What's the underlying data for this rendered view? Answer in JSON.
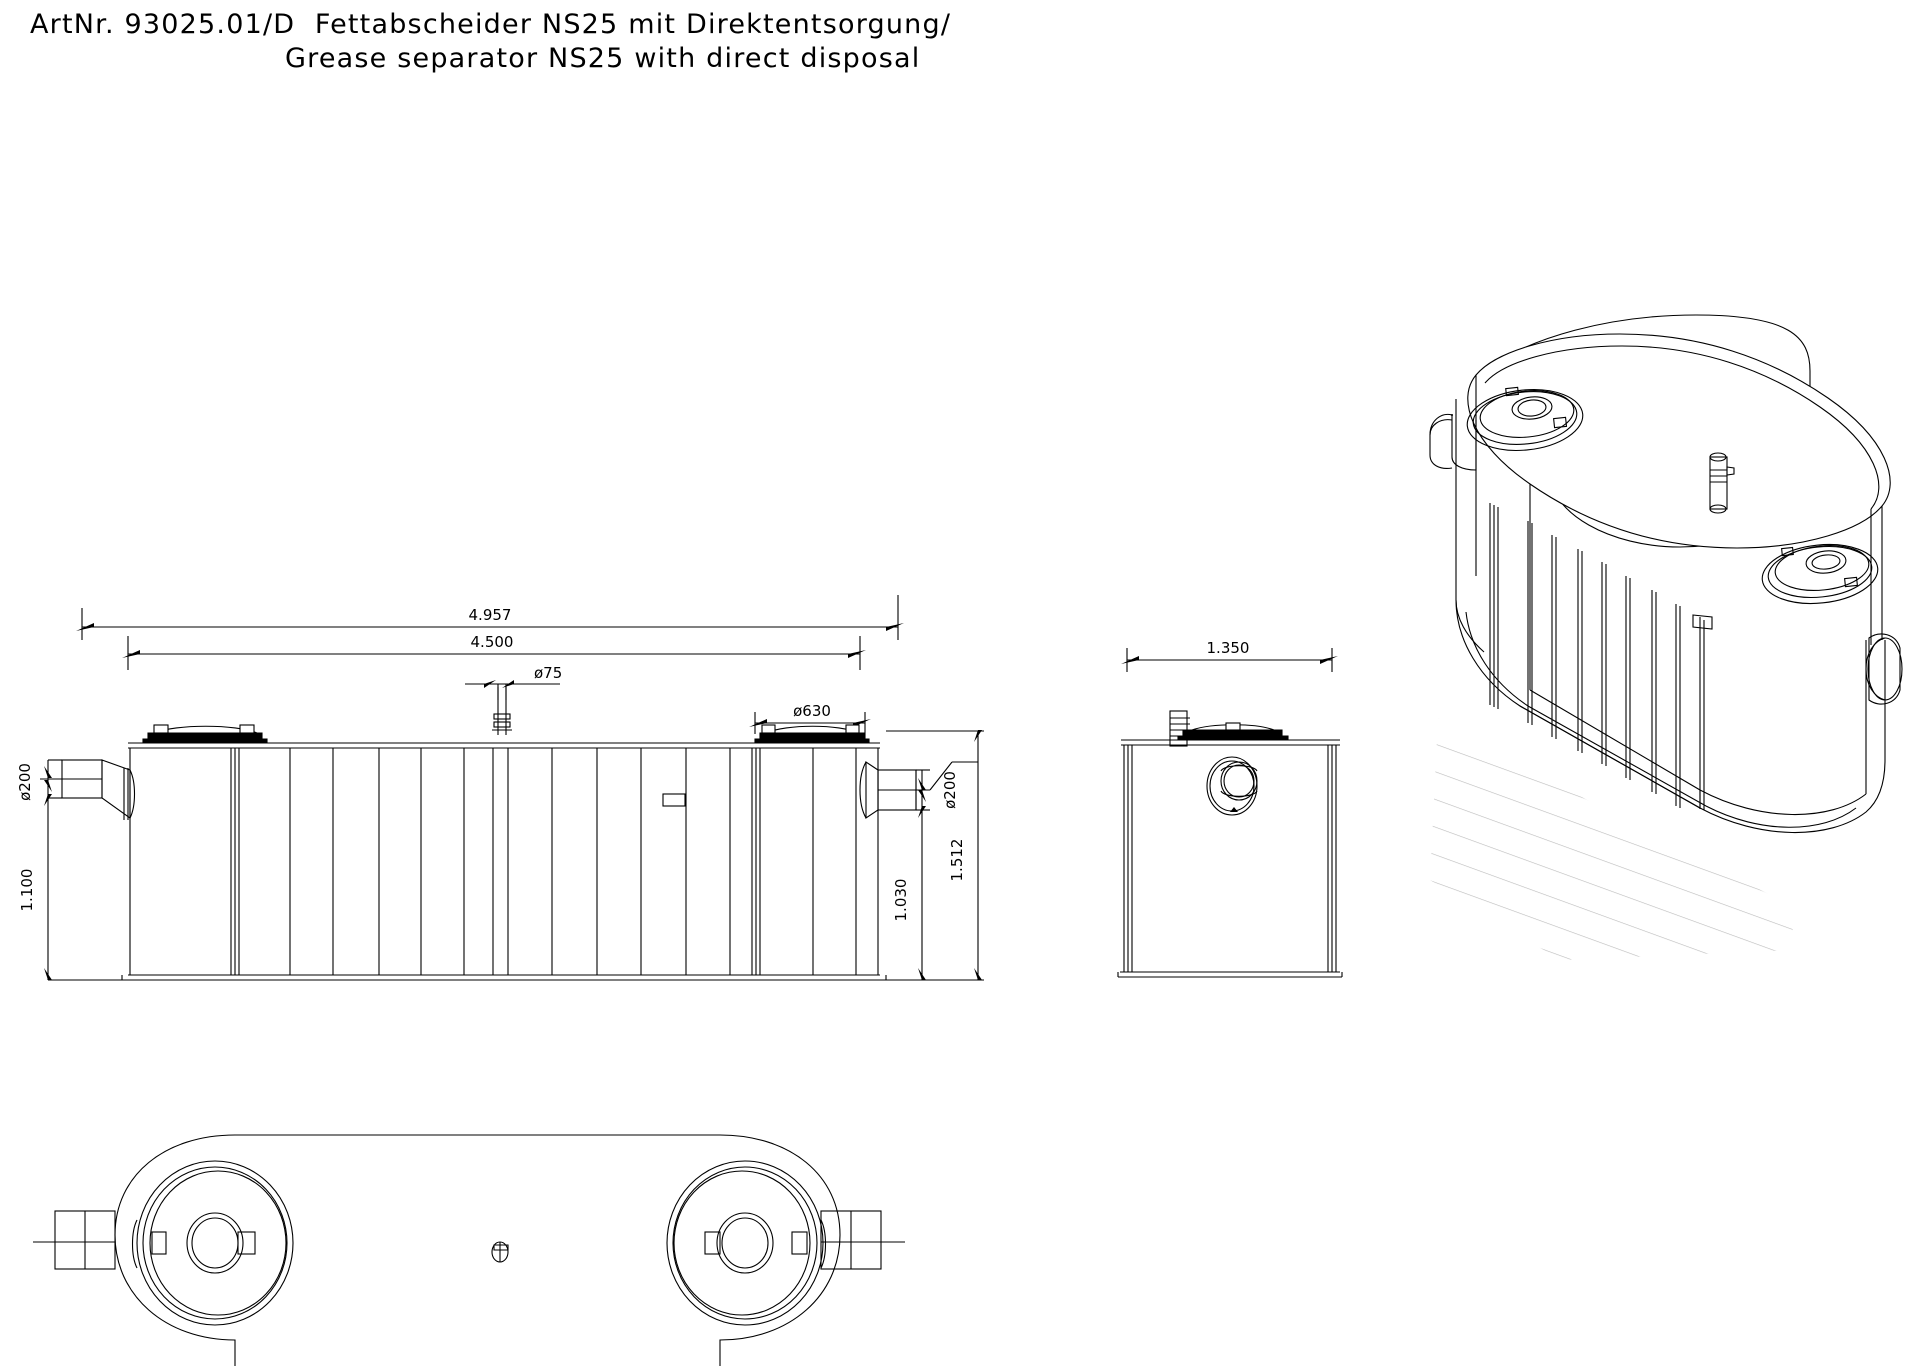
{
  "title": {
    "line1": "ArtNr. 93025.01/D  Fettabscheider NS25 mit Direktentsorgung/",
    "line2": "Grease separator NS25 with direct disposal",
    "article_number": "93025.01/D",
    "product_de": "Fettabscheider NS25 mit Direktentsorgung",
    "product_en": "Grease separator NS25 with direct disposal"
  },
  "views": {
    "front": {
      "name": "front-elevation",
      "dimensions": {
        "overall_length": "4.957",
        "body_length": "4.500",
        "vent_diameter": "ø75",
        "manhole_diameter": "ø630",
        "inlet_diameter_left": "ø200",
        "outlet_diameter_right": "ø200",
        "inlet_height": "1.100",
        "outlet_height": "1.030",
        "overall_height": "1.512"
      }
    },
    "side": {
      "name": "side-elevation",
      "dimensions": {
        "width": "1.350"
      }
    },
    "plan": {
      "name": "plan-view",
      "dimensions": {}
    },
    "iso": {
      "name": "isometric-view",
      "dimensions": {}
    }
  },
  "labels": {
    "d4957": "4.957",
    "d4500": "4.500",
    "d75": "ø75",
    "d630": "ø630",
    "d200_left": "ø200",
    "d200_right": "ø200",
    "h1100": "1.100",
    "h1030": "1.030",
    "h1512": "1.512",
    "w1350": "1.350"
  },
  "colors": {
    "line": "#000000",
    "background": "#ffffff",
    "hatch": "#b9b9b9",
    "thin": "#000000"
  }
}
